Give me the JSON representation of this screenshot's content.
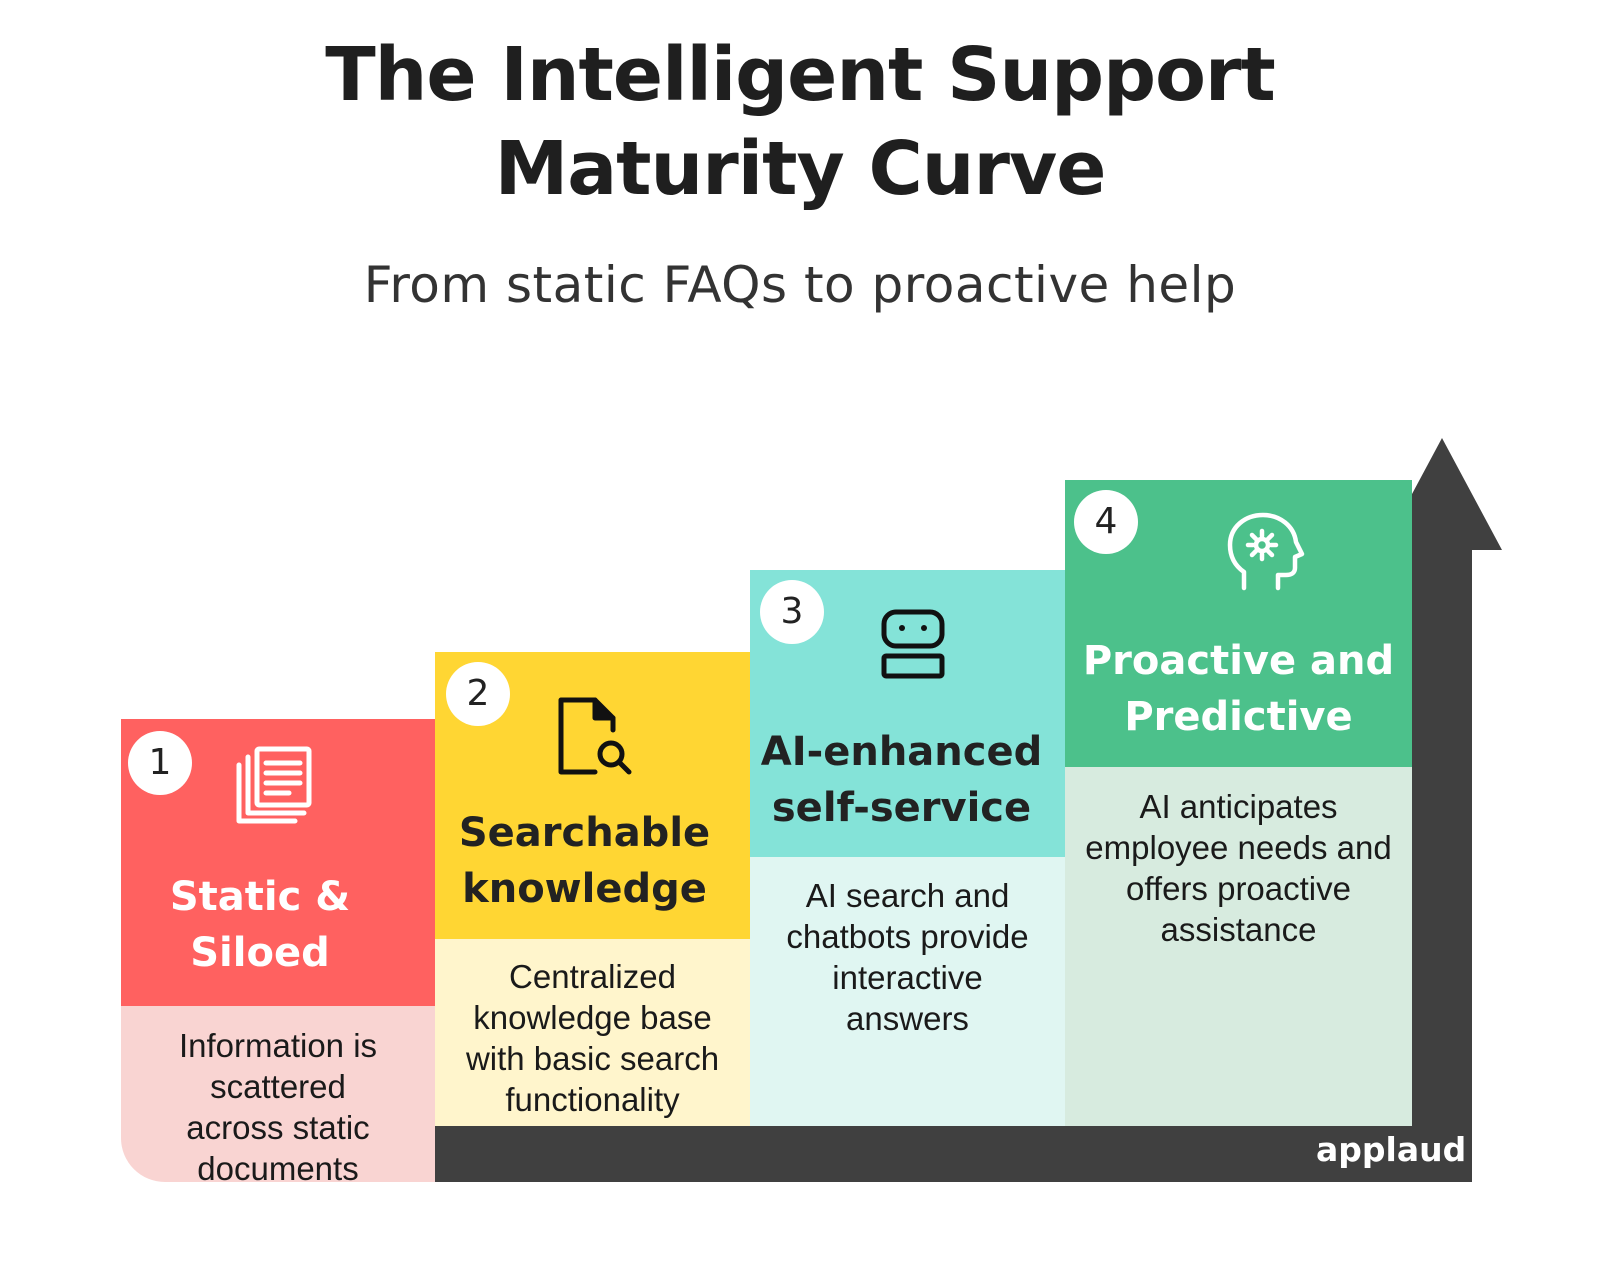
{
  "header": {
    "title_line1": "The Intelligent Support",
    "title_line2": "Maturity Curve",
    "subtitle": "From static FAQs to proactive help"
  },
  "steps": [
    {
      "number": "1",
      "title_line1": "Static &",
      "title_line2": "Siloed",
      "description": [
        "Information is",
        "scattered",
        "across static",
        "documents"
      ],
      "icon": "documents-stack-icon",
      "head_color": "#FF6160",
      "body_color": "#F9D4D2",
      "title_color": "#FFFFFF"
    },
    {
      "number": "2",
      "title_line1": "Searchable",
      "title_line2": "knowledge",
      "description": [
        "Centralized",
        "knowledge base",
        "with basic search",
        "functionality"
      ],
      "icon": "document-search-icon",
      "head_color": "#FFD633",
      "body_color": "#FFF5CC",
      "title_color": "#222222"
    },
    {
      "number": "3",
      "title_line1": "AI-enhanced",
      "title_line2": "self-service",
      "description": [
        "AI  search and",
        "chatbots provide",
        "interactive",
        "answers"
      ],
      "icon": "robot-icon",
      "head_color": "#84E3D8",
      "body_color": "#E0F6F2",
      "title_color": "#222222"
    },
    {
      "number": "4",
      "title_line1": "Proactive and",
      "title_line2": "Predictive",
      "description": [
        "AI anticipates",
        "employee needs and",
        "offers proactive",
        "assistance"
      ],
      "icon": "head-gear-icon",
      "head_color": "#4CC18B",
      "body_color": "#D7EBDF",
      "title_color": "#FFFFFF"
    }
  ],
  "axis_color": "#404040",
  "brand": "applaud"
}
